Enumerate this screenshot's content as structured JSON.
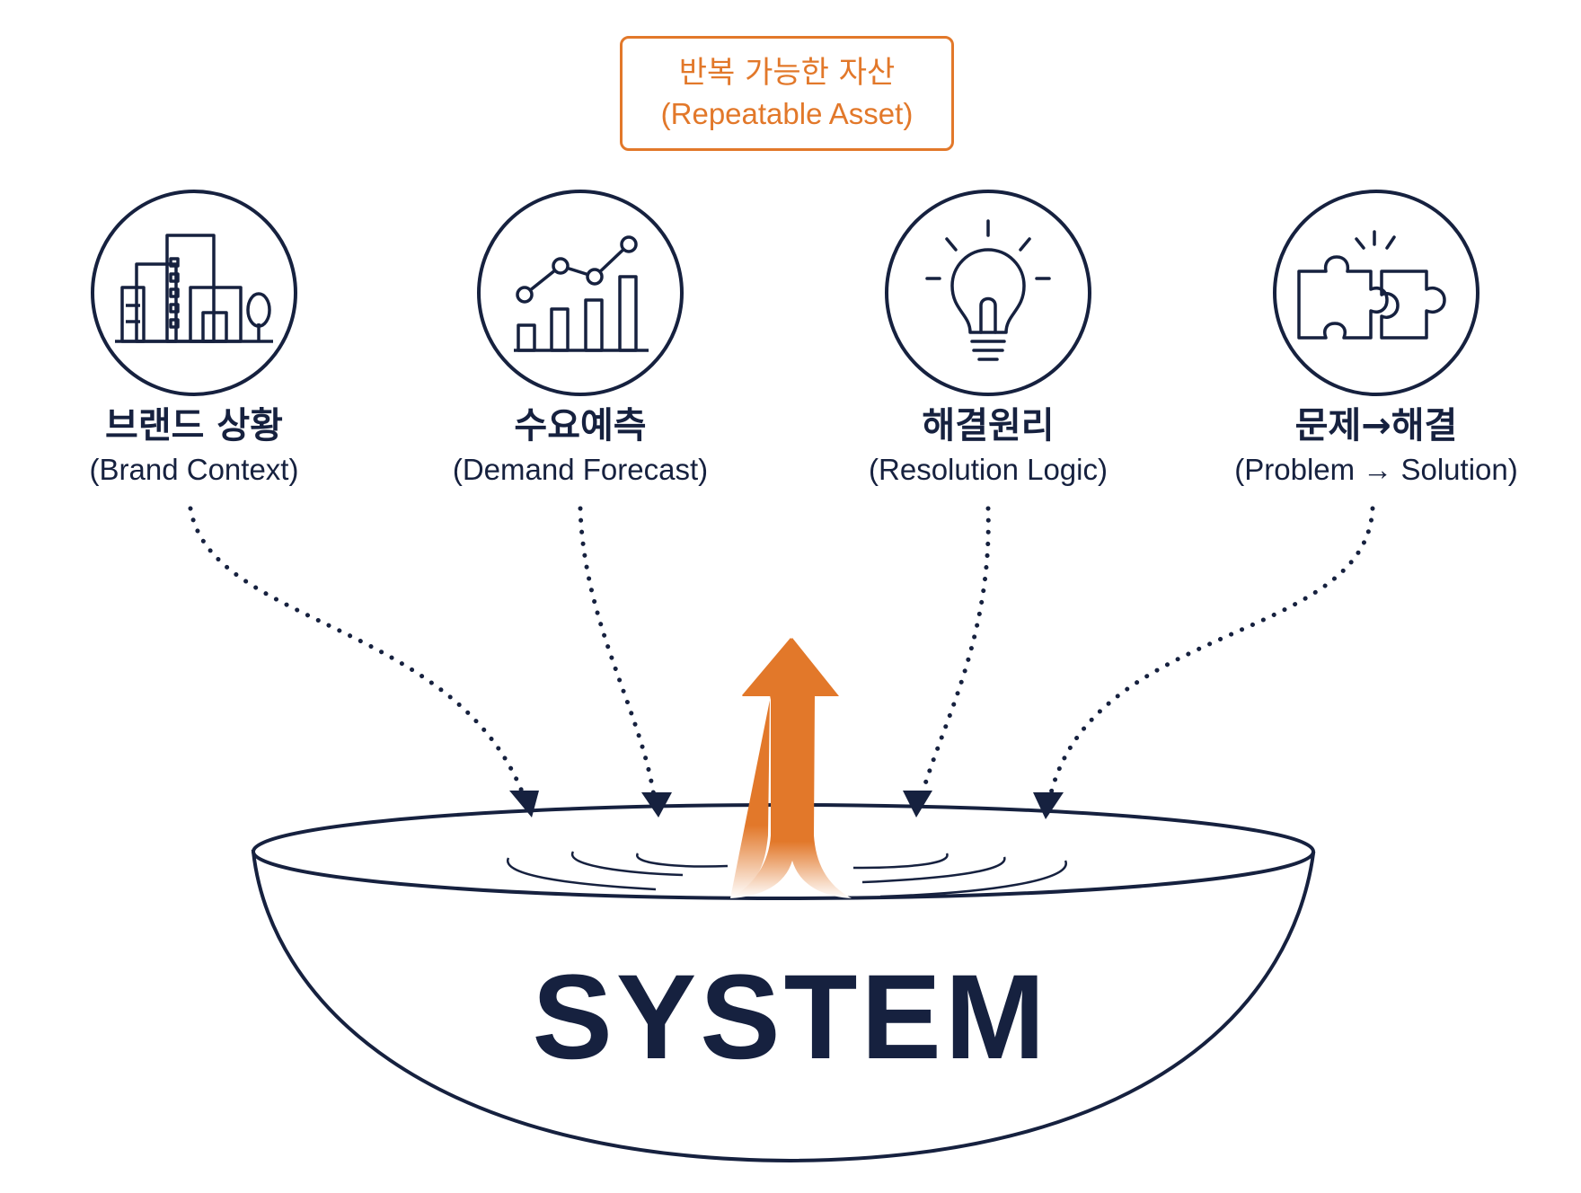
{
  "output": {
    "label_ko": "반복 가능한 자산",
    "label_en": "(Repeatable Asset)"
  },
  "inputs": [
    {
      "label_ko": "브랜드 상황",
      "label_en": "(Brand Context)",
      "icon": "buildings-icon"
    },
    {
      "label_ko": "수요예측",
      "label_en": "(Demand Forecast)",
      "icon": "chart-icon"
    },
    {
      "label_ko": "해결원리",
      "label_en": "(Resolution Logic)",
      "icon": "lightbulb-icon"
    },
    {
      "label_ko": "문제→해결",
      "label_en": "(Problem → Solution)",
      "icon": "puzzle-icon"
    }
  ],
  "system": {
    "label": "SYSTEM"
  },
  "colors": {
    "navy": "#16213F",
    "orange": "#E2782A"
  }
}
